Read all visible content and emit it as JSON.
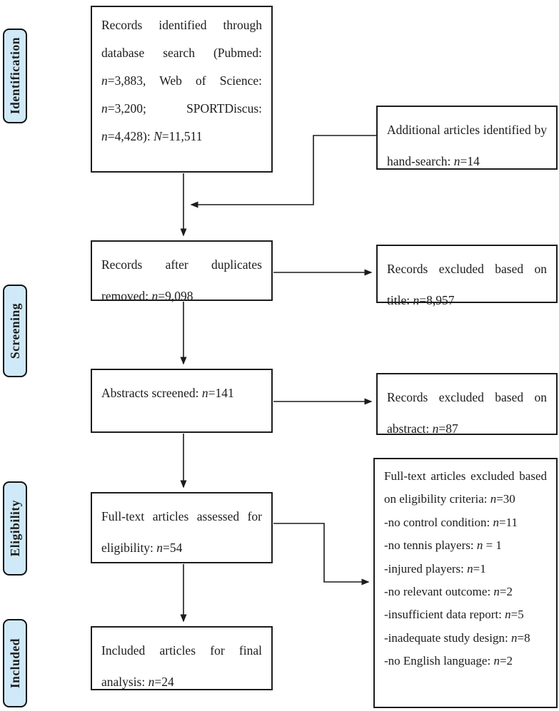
{
  "diagram": {
    "title_semantic": "PRISMA systematic review flow diagram",
    "stages": [
      {
        "label": "Identification"
      },
      {
        "label": "Screening"
      },
      {
        "label": "Eligibility"
      },
      {
        "label": "Included"
      }
    ],
    "boxes": {
      "records_identified": "Records identified through database search (Pubmed: n=3,883, Web of Science: n=3,200; SPORTDiscus: n=4,428): N=11,511",
      "hand_search": "Additional articles identified by hand-search: n=14",
      "duplicates_removed": "Records after duplicates removed: n=9,098",
      "excluded_title": "Records excluded based on title: n=8,957",
      "abstracts_screened": "Abstracts screened: n=141",
      "excluded_abstract": "Records excluded based on abstract: n=87",
      "fulltext_assessed": "Full-text articles assessed for eligibility: n=54",
      "fulltext_excluded_header": "Full-text articles excluded based on eligibility criteria: n=30",
      "fulltext_excluded_reasons": [
        "-no control condition: n=11",
        "-no tennis players: n = 1",
        "-injured players: n=1",
        "-no relevant outcome: n=2",
        "-insufficient data report: n=5",
        "-inadequate study design: n=8",
        "-no English language: n=2"
      ],
      "included_final": "Included articles for final analysis: n=24"
    },
    "colors": {
      "stage_fill": "#cfe9f8",
      "stage_border": "#111111",
      "box_border": "#1c1c1c",
      "arrow": "#1c1c1c",
      "background": "#ffffff"
    }
  }
}
